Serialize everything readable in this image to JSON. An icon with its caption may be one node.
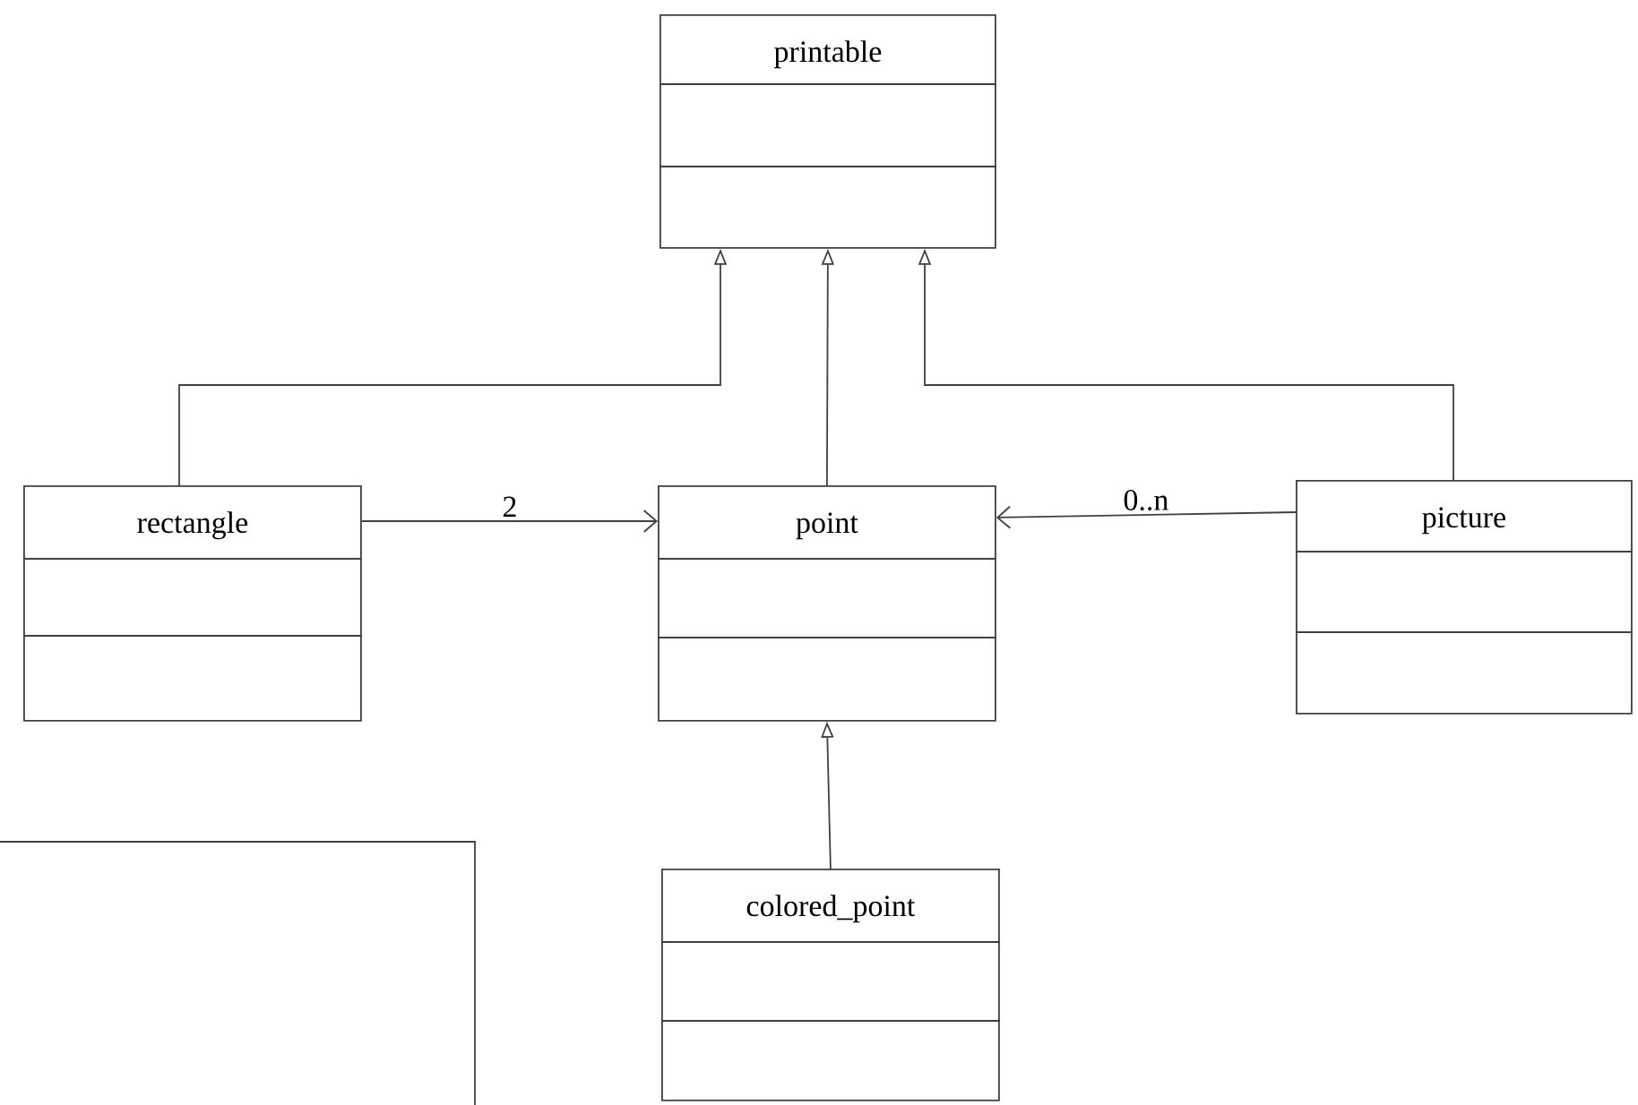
{
  "diagram": {
    "nodes": [
      {
        "text": [
          "printable"
        ]
      },
      {
        "text": [
          "rectangle"
        ]
      },
      {
        "text": [
          "point"
        ]
      },
      {
        "text": [
          "picture"
        ]
      },
      {
        "text": [
          "colored_point"
        ]
      }
    ],
    "edges": [
      {
        "from": 1,
        "to": 0,
        "arrow": "to"
      },
      {
        "from": 2,
        "to": 0,
        "arrow": "to"
      },
      {
        "from": 3,
        "to": 0,
        "arrow": "to"
      },
      {
        "from": 1,
        "to": 2,
        "arrow": "to",
        "label": "2"
      },
      {
        "from": 3,
        "to": 2,
        "arrow": "to",
        "label": "0..n"
      },
      {
        "from": 4,
        "to": 2,
        "arrow": "to"
      }
    ]
  }
}
